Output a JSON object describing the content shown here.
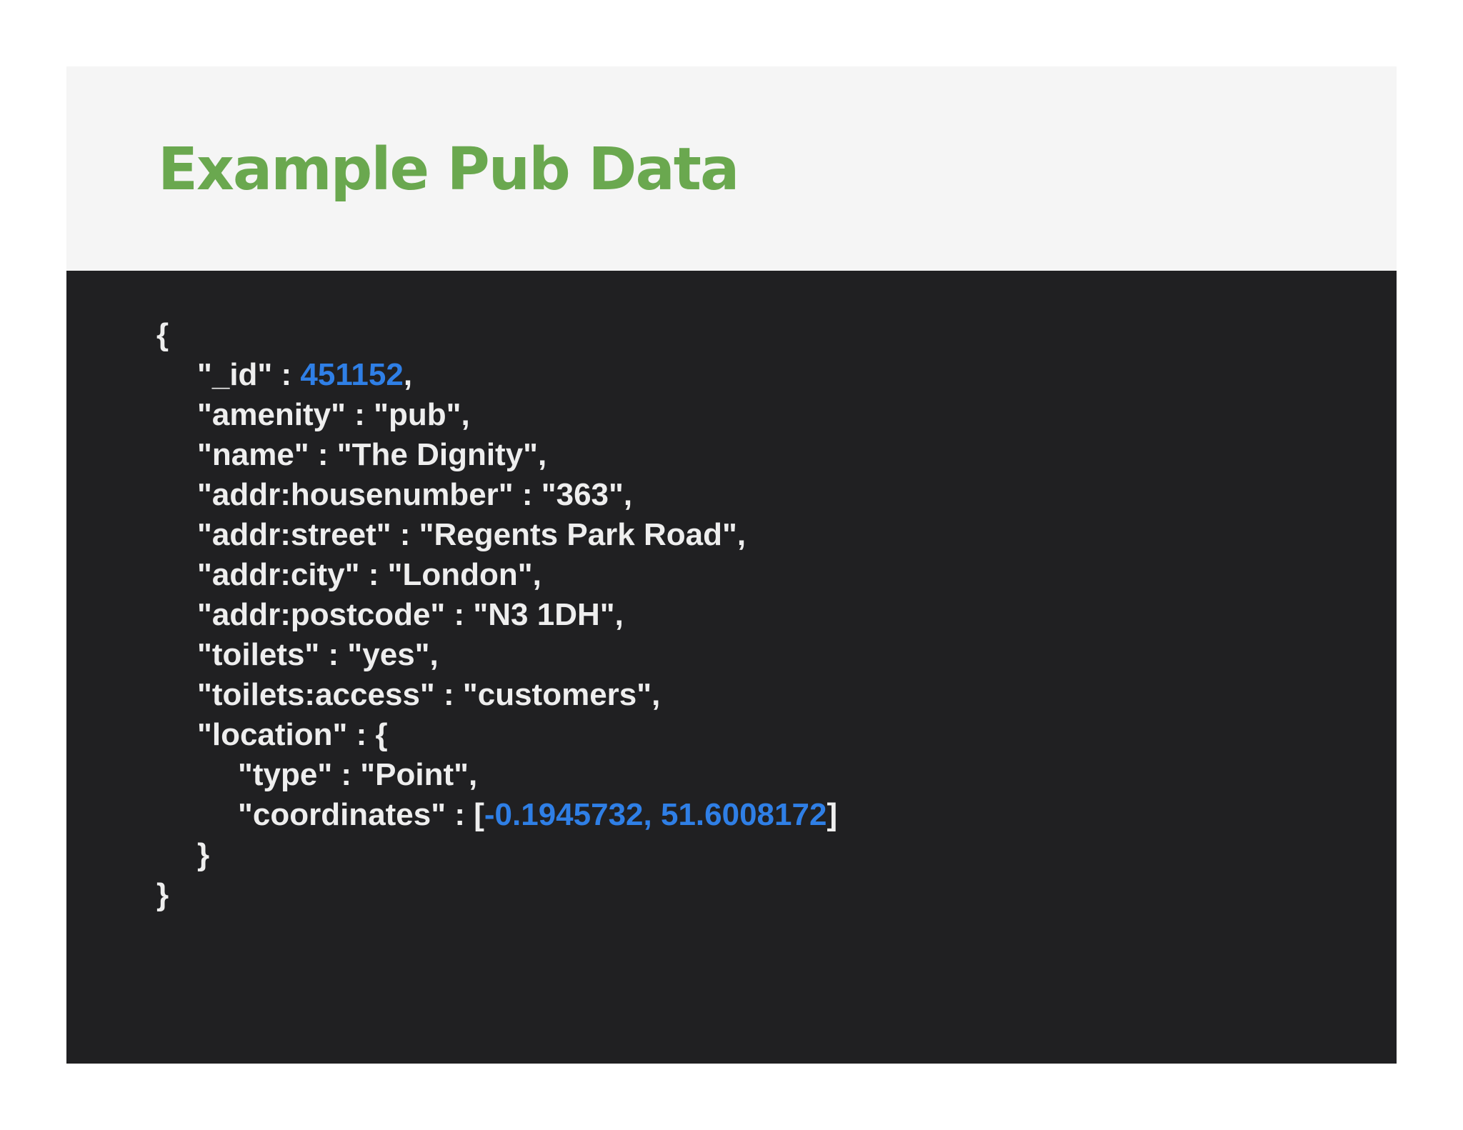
{
  "slide": {
    "title": "Example Pub Data",
    "colors": {
      "title": "#6aa84f",
      "header_background": "#f5f5f5",
      "code_background": "#202022",
      "code_text": "#eeeeee",
      "number_highlight": "#2f7fe6"
    }
  },
  "code": {
    "open_brace": "{",
    "id_key": "\"_id\" : ",
    "id_value": "451152",
    "id_comma": ",",
    "amenity": "\"amenity\" : \"pub\",",
    "name": "\"name\" : \"The Dignity\",",
    "housenumber": "\"addr:housenumber\" : \"363\",",
    "street": "\"addr:street\" : \"Regents Park Road\",",
    "city": "\"addr:city\" : \"London\",",
    "postcode": "\"addr:postcode\" : \"N3 1DH\",",
    "toilets": "\"toilets\" : \"yes\",",
    "toilets_access": "\"toilets:access\" : \"customers\",",
    "location_open": "\"location\" : {",
    "type": "\"type\" : \"Point\",",
    "coordinates_key": "\"coordinates\" : [",
    "coordinates_value": "-0.1945732, 51.6008172",
    "coordinates_close": "]",
    "location_close": "}",
    "close_brace": "}"
  }
}
